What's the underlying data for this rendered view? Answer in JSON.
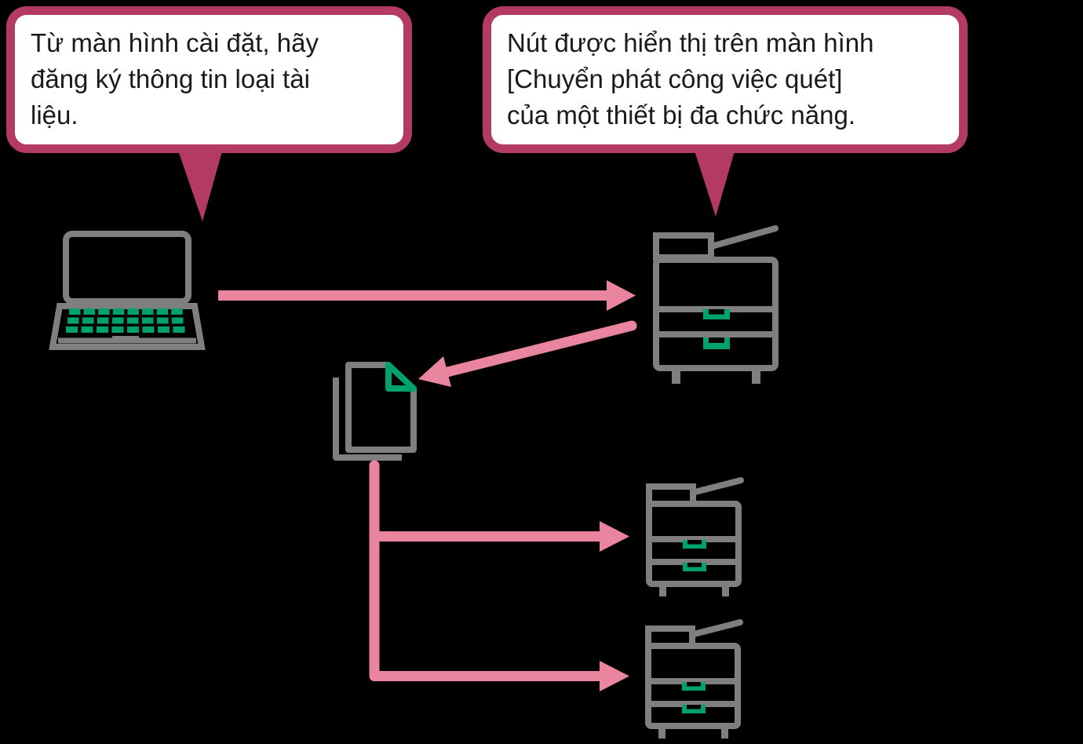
{
  "colors": {
    "background": "#000000",
    "raspberry": "#b23a63",
    "bubble_fill": "#ffffff",
    "text": "#1a1a1a",
    "pink": "#e9859f",
    "gray": "#7f7f7f",
    "green": "#00a26b"
  },
  "bubbles": [
    {
      "lines": [
        "Từ màn hình cài đặt, hãy",
        "đăng ký thông tin loại tài",
        "liệu."
      ]
    },
    {
      "lines": [
        "Nút được hiển thị trên màn hình",
        "[Chuyển phát công việc quét]",
        "của một thiết bị đa chức năng."
      ]
    }
  ],
  "icons": {
    "laptop": "laptop-icon",
    "mfp_large": "multifunction-printer-icon",
    "document": "scanned-document-icon",
    "mfp_small_1": "multifunction-printer-icon",
    "mfp_small_2": "multifunction-printer-icon",
    "arrow_laptop_to_mfp": "arrow-right-icon",
    "arrow_mfp_to_document": "arrow-down-left-icon",
    "arrow_document_to_device_1": "arrow-right-icon",
    "arrow_document_to_device_2": "arrow-right-icon"
  }
}
